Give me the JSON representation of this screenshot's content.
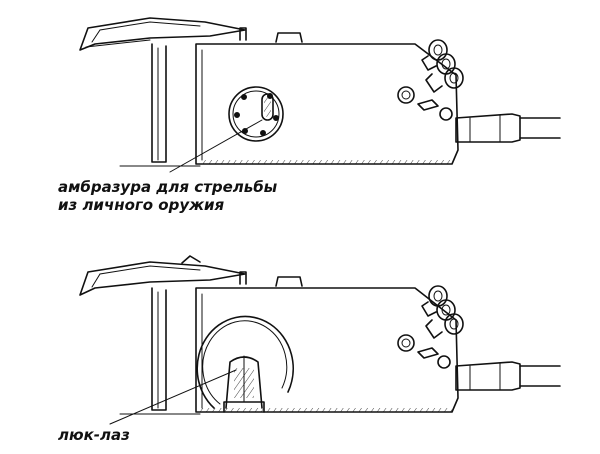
{
  "callouts": {
    "embrasure": {
      "line1": "амбразура для стрельбы",
      "line2": "из личного оружия"
    },
    "hatch": {
      "label": "люк-лаз"
    }
  },
  "colors": {
    "ink": "#111111",
    "paper": "#ffffff"
  }
}
